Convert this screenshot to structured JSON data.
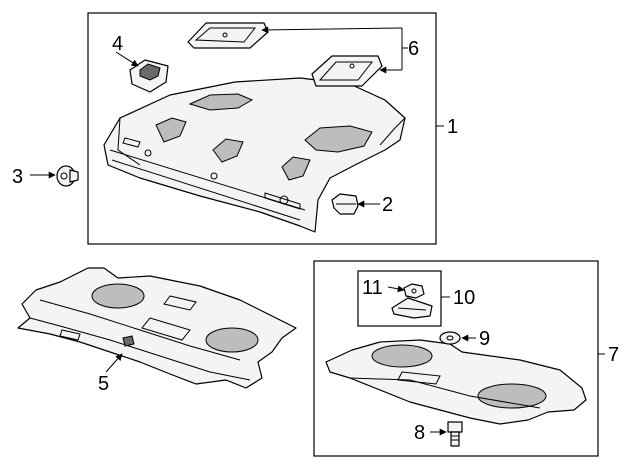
{
  "callouts": {
    "c1": "1",
    "c2": "2",
    "c3": "3",
    "c4": "4",
    "c5": "5",
    "c6": "6",
    "c7": "7",
    "c8": "8",
    "c9": "9",
    "c10": "10",
    "c11": "11"
  }
}
